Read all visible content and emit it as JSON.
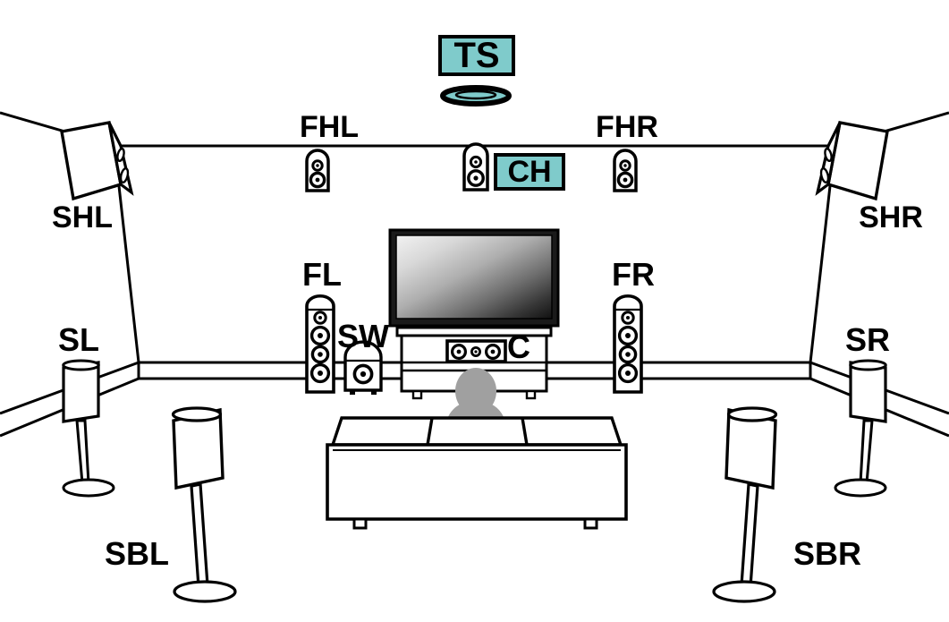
{
  "diagram": {
    "title": "Speaker Layout Diagram",
    "type": "home-theater-speaker-placement",
    "highlight_color": "#7FCBCB",
    "line_color": "#000000",
    "background_color": "#FFFFFF",
    "person_color": "#A0A0A0"
  },
  "labels": {
    "ts": "TS",
    "ch": "CH",
    "fhl": "FHL",
    "fhr": "FHR",
    "shl": "SHL",
    "shr": "SHR",
    "fl": "FL",
    "fr": "FR",
    "sw": "SW",
    "c": "C",
    "sl": "SL",
    "sr": "SR",
    "sbl": "SBL",
    "sbr": "SBR"
  },
  "speakers": [
    {
      "id": "TS",
      "label": "TS",
      "kind": "ceiling-speaker",
      "highlighted": true
    },
    {
      "id": "CH",
      "label": "CH",
      "kind": "wall-speaker",
      "highlighted": true
    },
    {
      "id": "FHL",
      "label": "FHL",
      "kind": "wall-speaker",
      "highlighted": false
    },
    {
      "id": "FHR",
      "label": "FHR",
      "kind": "wall-speaker",
      "highlighted": false
    },
    {
      "id": "SHL",
      "label": "SHL",
      "kind": "side-height-speaker",
      "highlighted": false
    },
    {
      "id": "SHR",
      "label": "SHR",
      "kind": "side-height-speaker",
      "highlighted": false
    },
    {
      "id": "FL",
      "label": "FL",
      "kind": "floorstanding-tower",
      "highlighted": false
    },
    {
      "id": "FR",
      "label": "FR",
      "kind": "floorstanding-tower",
      "highlighted": false
    },
    {
      "id": "C",
      "label": "C",
      "kind": "center-channel",
      "highlighted": false
    },
    {
      "id": "SW",
      "label": "SW",
      "kind": "subwoofer",
      "highlighted": false
    },
    {
      "id": "SL",
      "label": "SL",
      "kind": "stand-speaker",
      "highlighted": false
    },
    {
      "id": "SR",
      "label": "SR",
      "kind": "stand-speaker",
      "highlighted": false
    },
    {
      "id": "SBL",
      "label": "SBL",
      "kind": "stand-speaker",
      "highlighted": false
    },
    {
      "id": "SBR",
      "label": "SBR",
      "kind": "stand-speaker",
      "highlighted": false
    }
  ],
  "furniture": [
    {
      "id": "tv",
      "kind": "flat-panel-television"
    },
    {
      "id": "cabinet",
      "kind": "media-cabinet"
    },
    {
      "id": "sofa",
      "kind": "three-seat-sofa"
    },
    {
      "id": "person",
      "kind": "seated-listener"
    }
  ]
}
